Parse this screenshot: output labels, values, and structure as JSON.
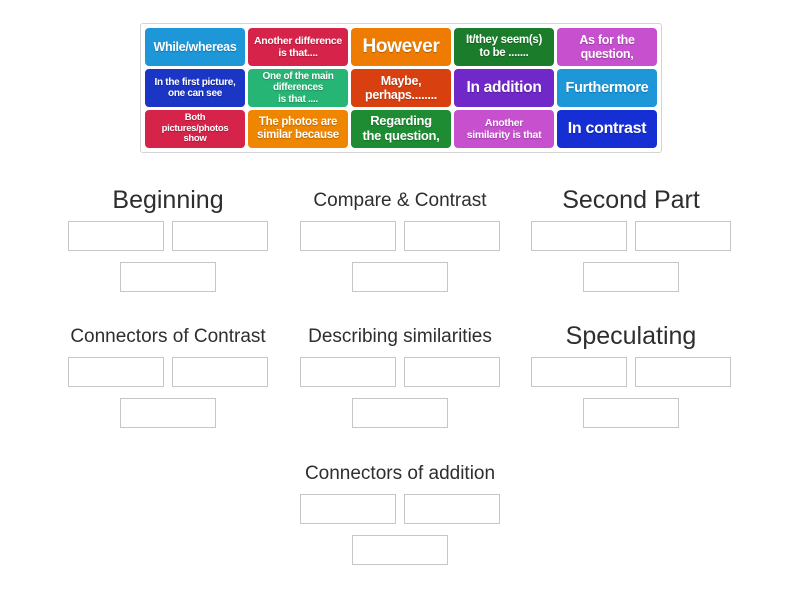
{
  "board": {
    "tray": {
      "tiles": [
        {
          "label": "While/whereas",
          "color": "#1e97d9"
        },
        {
          "label": "Another difference\nis that....",
          "color": "#d62349"
        },
        {
          "label": "However",
          "color": "#ee7c02"
        },
        {
          "label": "It/they seem(s)\nto be .......",
          "color": "#1b7d2b"
        },
        {
          "label": "As for the\nquestion,",
          "color": "#c750cf"
        },
        {
          "label": "In the first picture,\none can see",
          "color": "#1b35c4"
        },
        {
          "label": "One of the main\ndifferences\nis that ....",
          "color": "#27b576"
        },
        {
          "label": "Maybe,\nperhaps........",
          "color": "#d84010"
        },
        {
          "label": "In addition",
          "color": "#7128c8"
        },
        {
          "label": "Furthermore",
          "color": "#1e97d9"
        },
        {
          "label": "Both\npictures/photos\nshow",
          "color": "#d62349"
        },
        {
          "label": "The photos are\nsimilar because",
          "color": "#ef8600"
        },
        {
          "label": "Regarding\nthe question,",
          "color": "#1e8c33"
        },
        {
          "label": "Another\nsimilarity is that",
          "color": "#c750cf"
        },
        {
          "label": "In contrast",
          "color": "#162fd4"
        }
      ]
    },
    "categories": [
      {
        "title": "Beginning",
        "slot_count": 3
      },
      {
        "title": "Compare & Contrast",
        "slot_count": 3
      },
      {
        "title": "Second Part",
        "slot_count": 3
      },
      {
        "title": "Connectors of Contrast",
        "slot_count": 3
      },
      {
        "title": "Describing similarities",
        "slot_count": 3
      },
      {
        "title": "Speculating",
        "slot_count": 3
      },
      {
        "title": "Connectors of addition",
        "slot_count": 3
      }
    ]
  }
}
